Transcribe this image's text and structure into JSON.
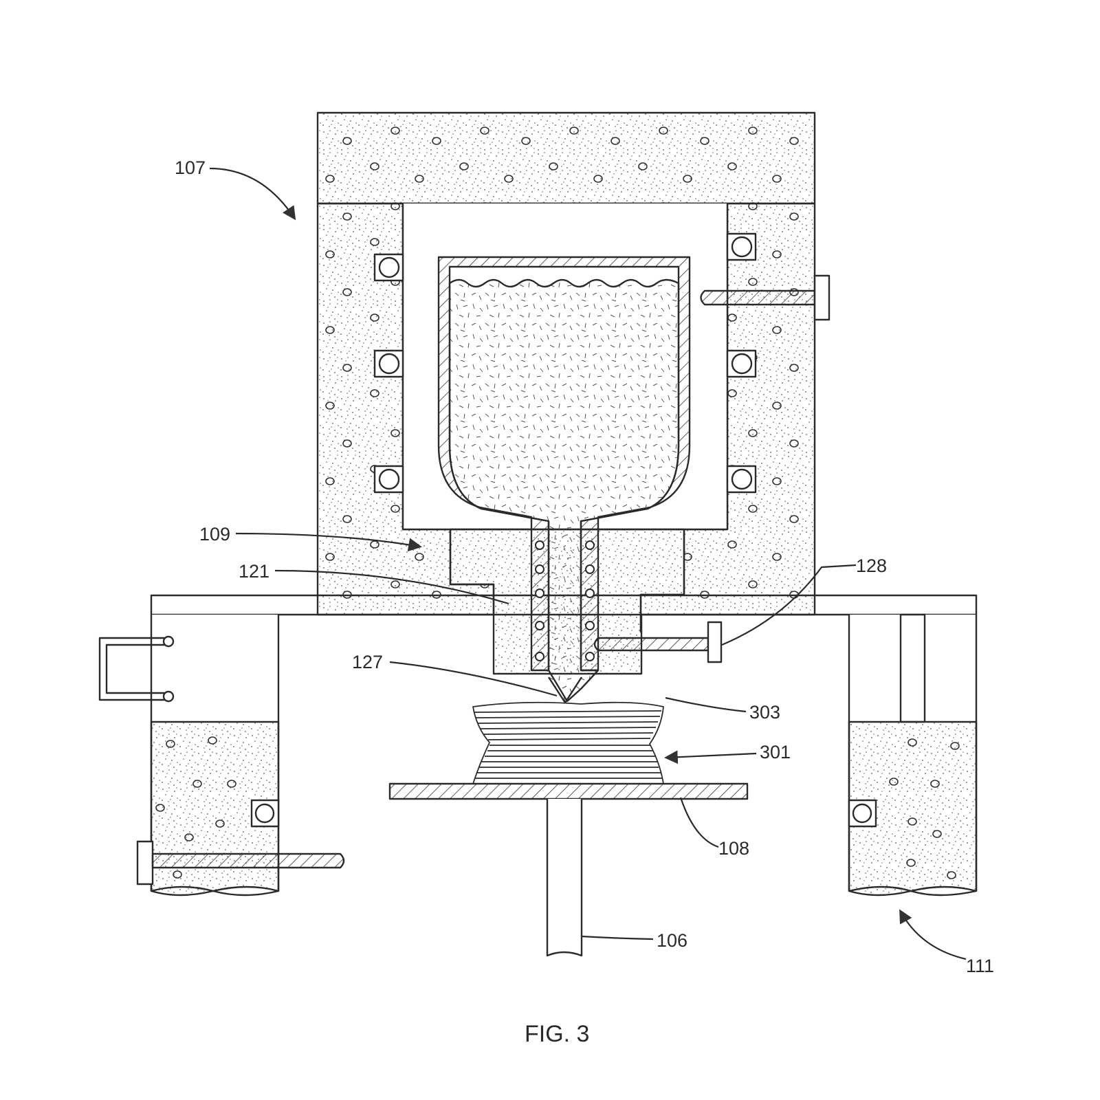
{
  "figure": {
    "caption": "FIG. 3",
    "references": {
      "r107": "107",
      "r109": "109",
      "r121": "121",
      "r128": "128",
      "r127": "127",
      "r303": "303",
      "r301": "301",
      "r108": "108",
      "r106": "106",
      "r111": "111"
    }
  },
  "colors": {
    "ink": "#2a2a2a",
    "paper": "#ffffff"
  }
}
